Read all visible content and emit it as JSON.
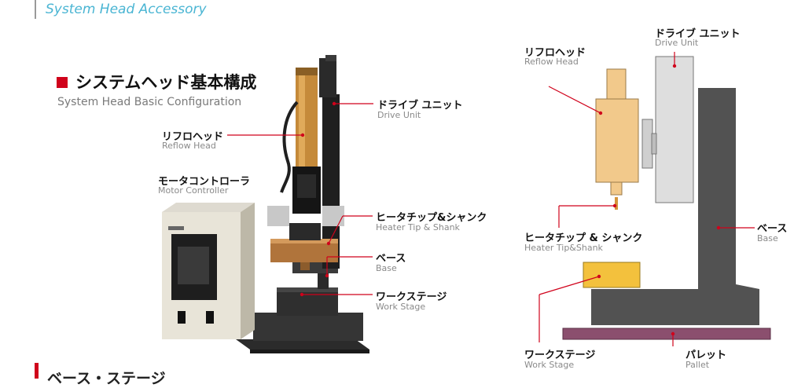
{
  "header": {
    "title": "System Head Accessory"
  },
  "section": {
    "title_jp": "システムヘッド基本構成",
    "title_en": "System Head Basic Configuration"
  },
  "photo_labels": {
    "drive_unit": {
      "jp": "ドライブ ユニット",
      "en": "Drive Unit"
    },
    "reflow_head": {
      "jp": "リフロヘッド",
      "en": "Reflow  Head"
    },
    "motor_controller": {
      "jp": "モータコントローラ",
      "en": "Motor Controller"
    },
    "heater_tip": {
      "jp": "ヒータチップ&シャンク",
      "en": "Heater Tip & Shank"
    },
    "base": {
      "jp": "ベース",
      "en": "Base"
    },
    "work_stage": {
      "jp": "ワークステージ",
      "en": "Work Stage"
    }
  },
  "diagram_labels": {
    "reflow_head": {
      "jp": "リフロヘッド",
      "en": "Reflow Head"
    },
    "drive_unit": {
      "jp": "ドライブ ユニット",
      "en": "Drive Unit"
    },
    "heater_tip": {
      "jp": "ヒータチップ & シャンク",
      "en": "Heater Tip&Shank"
    },
    "base": {
      "jp": "ベース",
      "en": "Base"
    },
    "work_stage": {
      "jp": "ワークステージ",
      "en": "Work Stage"
    },
    "pallet": {
      "jp": "パレット",
      "en": "Pallet"
    }
  },
  "next_section": {
    "title_jp": "ベース・ステージ"
  },
  "colors": {
    "accent_red": "#d0021b",
    "header_blue": "#4ab5d3",
    "reflow_head": "#f2c98b",
    "work_stage": "#f3c13d",
    "drive_unit": "#dedede",
    "base": "#525252",
    "pallet": "#8b4f6e"
  }
}
